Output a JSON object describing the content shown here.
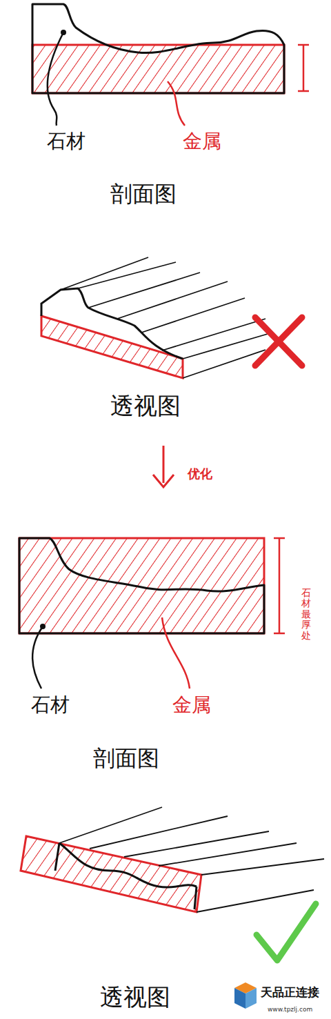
{
  "diagram": {
    "labels": [
      "石材",
      "金属",
      "剖面图",
      "透视图",
      "优化",
      "石材",
      "金属",
      "石材最厚处",
      "剖面图",
      "透视图",
      "天品正连接",
      "www.tpzlj.com"
    ]
  }
}
